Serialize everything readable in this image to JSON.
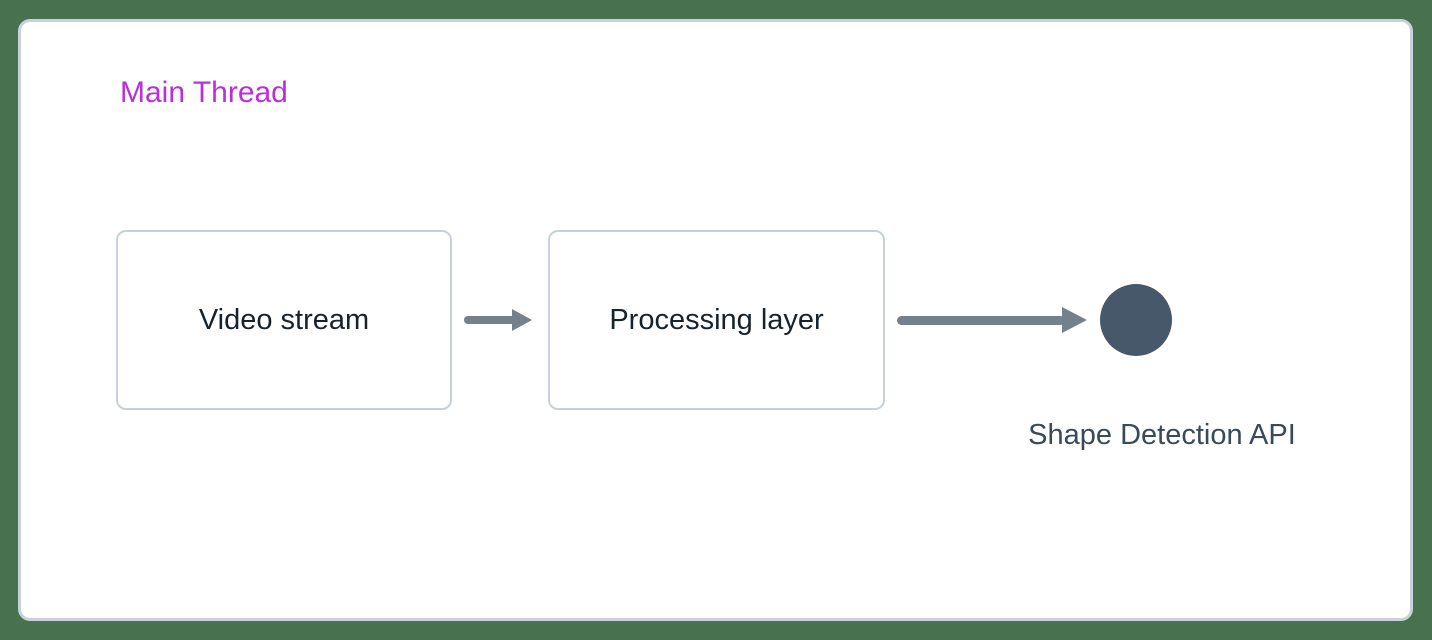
{
  "diagram": {
    "title": "Main Thread",
    "nodes": [
      {
        "id": "video-stream",
        "type": "box",
        "label": "Video stream"
      },
      {
        "id": "processing-layer",
        "type": "box",
        "label": "Processing layer"
      },
      {
        "id": "shape-detection-api",
        "type": "circle",
        "label": "Shape Detection API"
      }
    ],
    "edges": [
      {
        "from": "video-stream",
        "to": "processing-layer",
        "style": "arrow"
      },
      {
        "from": "processing-layer",
        "to": "shape-detection-api",
        "style": "arrow"
      }
    ]
  },
  "colors": {
    "background": "#48714f",
    "panel-border": "#c7d1db",
    "title": "#b92fd9",
    "node-border": "#c7d1db",
    "node-text": "#16222e",
    "arrow": "#75808d",
    "circle-fill": "#46586a",
    "circle-label": "#3b4a57"
  }
}
